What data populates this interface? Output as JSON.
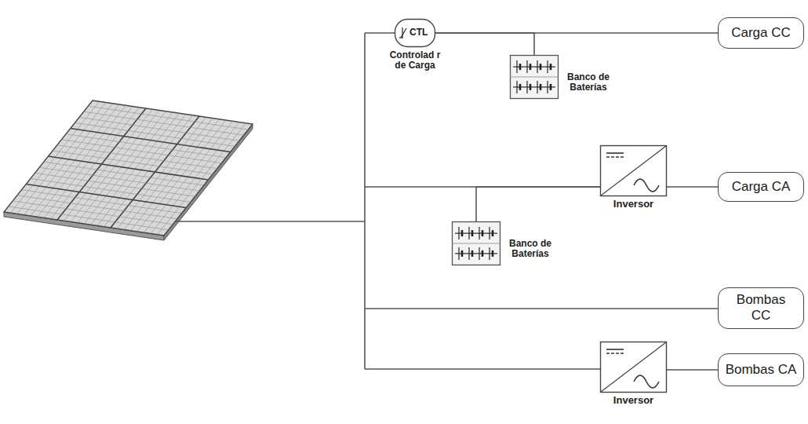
{
  "diagram": {
    "nodes": [
      {
        "text": [
          "CTL",
          "Controlad r de Carga"
        ]
      },
      {
        "text": [
          "Carga CC"
        ]
      },
      {
        "text": [
          "Banco de Baterías"
        ]
      },
      {
        "text": [
          "Inversor"
        ]
      },
      {
        "text": [
          "Carga CA"
        ]
      },
      {
        "text": [
          "Banco de Baterías"
        ]
      },
      {
        "text": [
          "Bombas CC"
        ]
      },
      {
        "text": [
          "Inversor"
        ]
      },
      {
        "text": [
          "Bombas CA"
        ]
      }
    ],
    "edges": [
      {
        "from": 0,
        "to": 1,
        "arrow": "none"
      },
      {
        "from": 0,
        "to": 2,
        "arrow": "none"
      },
      {
        "from": 3,
        "to": 4,
        "arrow": "none"
      },
      {
        "from": 5,
        "to": 3,
        "arrow": "none"
      },
      {
        "from": 7,
        "to": 8,
        "arrow": "none"
      }
    ]
  }
}
